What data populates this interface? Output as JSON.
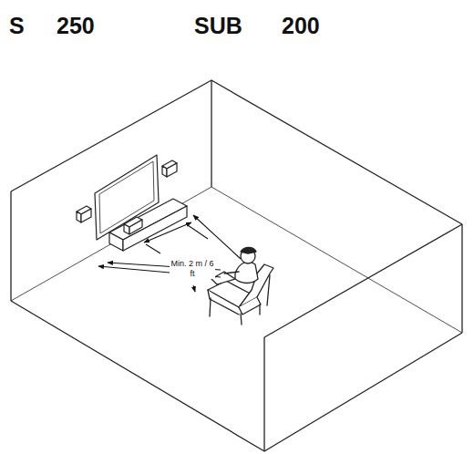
{
  "diagram": {
    "labels": [
      "S",
      "250",
      "SUB",
      "200",
      "Min. 2 m / 6 ft"
    ]
  }
}
